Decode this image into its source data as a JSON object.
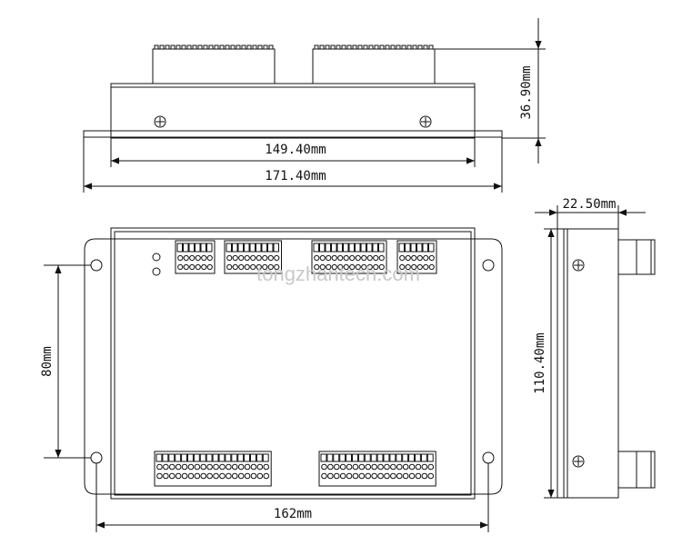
{
  "dimensions": {
    "inner_width": "149.40mm",
    "outer_width": "171.40mm",
    "height": "36.90mm",
    "hole_spacing": "80mm",
    "base_width": "162mm",
    "side_depth": "22.50mm",
    "side_length": "110.40mm"
  },
  "watermark": "tongzhantech.com",
  "colors": {
    "line": "#111111",
    "watermark": "#c9c9c9"
  }
}
